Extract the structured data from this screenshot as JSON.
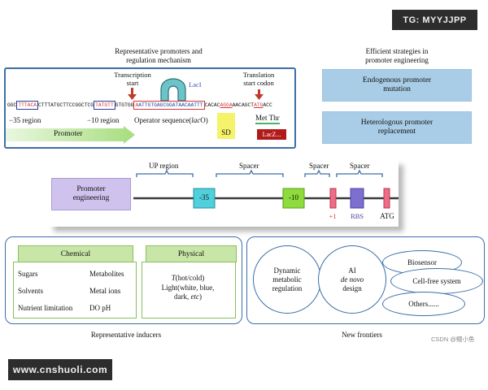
{
  "watermarks": {
    "top_right": "TG: MYYJJPP",
    "bottom_left": "www.cnshuoli.com",
    "csdn": "CSDN @鳗小鱼"
  },
  "top_left": {
    "title_line1": "Representative promoters and",
    "title_line2": "regulation mechanism",
    "transcription_start_line1": "Transcription",
    "transcription_start_line2": "start",
    "lacI": "LacI",
    "translation_start_line1": "Translation",
    "translation_start_line2": "start codon",
    "seq": {
      "s1": "GGC",
      "box35": "TTTACA",
      "s2": "CTTTATGCTTCCGGCTCG",
      "box10": "TATGTT",
      "s3": "GTGTGG",
      "op_start": "A",
      "op": "ATTGTGAGCGGATAACAATTT",
      "s4": "CACAC",
      "sd": "AGGA",
      "s5": "AACAGCT",
      "atg": "ATG",
      "s6": "ACC"
    },
    "region35": "−35 region",
    "region10": "−10 region",
    "operator": "Operator sequence(",
    "operator_italic": "lac",
    "operator_end": "O)",
    "promoter": "Promoter",
    "sd": "SD",
    "met_thr": "Met Thr",
    "lacz": "LacZ..."
  },
  "top_right": {
    "title_line1": "Efficient strategies in",
    "title_line2": "promoter engineering",
    "box1_line1": "Endogenous promoter",
    "box1_line2": "mutation",
    "box2_line1": "Heterologous promoter",
    "box2_line2": "replacement"
  },
  "middle": {
    "engineering_line1": "Promoter",
    "engineering_line2": "engineering",
    "up_region": "UP region",
    "spacer1": "Spacer",
    "spacer2": "Spacer",
    "spacer3": "Spacer",
    "minus35": "-35",
    "minus10": "-10",
    "plus1": "+1",
    "rbs": "RBS",
    "atg": "ATG"
  },
  "inducers": {
    "chemical": {
      "header": "Chemical",
      "items": [
        "Sugars",
        "Metabolites",
        "Solvents",
        "Metal ions",
        "Nutrient limitation",
        "DO pH"
      ]
    },
    "physical": {
      "header": "Physical",
      "line1_italic": "T",
      "line1_rest": "(hot/cold)",
      "line2": "Light(white, blue,",
      "line3_a": "dark, ",
      "line3_italic": "etc",
      "line3_b": ")"
    },
    "caption": "Representative inducers"
  },
  "frontiers": {
    "dynamic_line1": "Dynamic",
    "dynamic_line2": "metabolic",
    "dynamic_line3": "regulation",
    "ai_line1": "AI",
    "ai_line2": "de novo",
    "ai_line3": "design",
    "biosensor": "Biosensor",
    "cellfree": "Cell-free system",
    "others": "Others......",
    "caption": "New frontiers"
  },
  "colors": {
    "blue_box": "#a9cde6",
    "panel_border": "#3b6fa8",
    "green_fill": "#c8e6a8",
    "green_border": "#8bbf59",
    "lilac": "#cfc3ee",
    "teal": "#4fd0dc",
    "lime": "#8ddc3c",
    "pink": "#f06b86",
    "purple": "#7d6fd0",
    "dark_red": "#b21a1a",
    "yellow": "#f4f36a",
    "arrow_red": "#c0392b"
  }
}
